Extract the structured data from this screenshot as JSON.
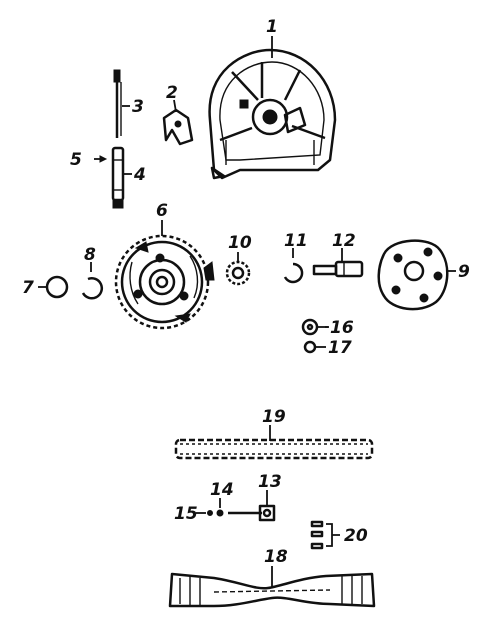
{
  "callouts": [
    {
      "id": "1",
      "label": "1"
    },
    {
      "id": "2",
      "label": "2"
    },
    {
      "id": "3",
      "label": "3"
    },
    {
      "id": "4",
      "label": "4"
    },
    {
      "id": "5",
      "label": "5"
    },
    {
      "id": "6",
      "label": "6"
    },
    {
      "id": "7",
      "label": "7"
    },
    {
      "id": "8",
      "label": "8"
    },
    {
      "id": "9",
      "label": "9"
    },
    {
      "id": "10",
      "label": "10"
    },
    {
      "id": "11",
      "label": "11"
    },
    {
      "id": "12",
      "label": "12"
    },
    {
      "id": "13",
      "label": "13"
    },
    {
      "id": "14",
      "label": "14"
    },
    {
      "id": "15",
      "label": "15"
    },
    {
      "id": "16",
      "label": "16"
    },
    {
      "id": "17",
      "label": "17"
    },
    {
      "id": "18",
      "label": "18"
    },
    {
      "id": "19",
      "label": "19"
    },
    {
      "id": "20",
      "label": "20"
    }
  ],
  "colors": {
    "ink": "#111111",
    "paper": "#ffffff"
  }
}
